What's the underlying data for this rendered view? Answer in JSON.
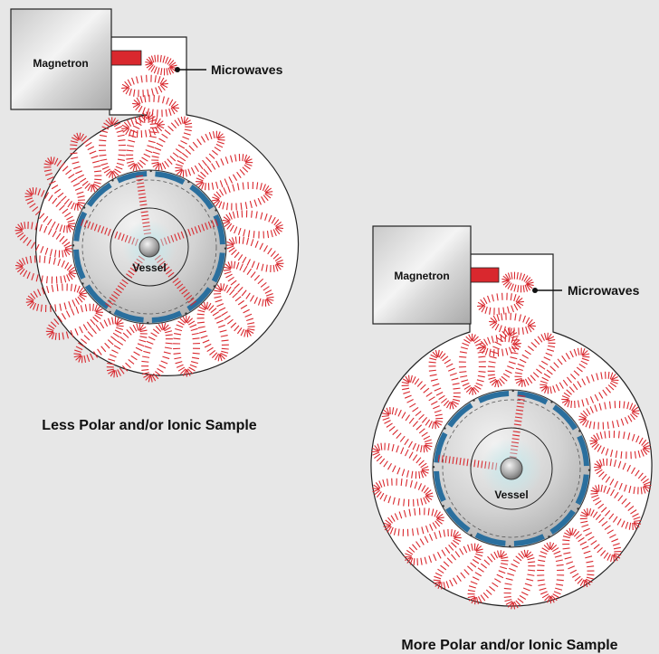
{
  "panels": [
    {
      "magnetron_label": "Magnetron",
      "microwaves_label": "Microwaves",
      "vessel_label": "Vessel",
      "caption": "Less Polar and/or Ionic Sample",
      "beam_count": 5
    },
    {
      "magnetron_label": "Magnetron",
      "microwaves_label": "Microwaves",
      "vessel_label": "Vessel",
      "caption": "More Polar and/or Ionic Sample",
      "beam_count": 2
    }
  ],
  "colors": {
    "background": "#e7e7e7",
    "cavity": "#ffffff",
    "wave": "#d9282e",
    "magnetron_port": "#d9282e",
    "rotor_ring": "#2a6f9e",
    "vessel_glow": "#bfe6ea"
  }
}
